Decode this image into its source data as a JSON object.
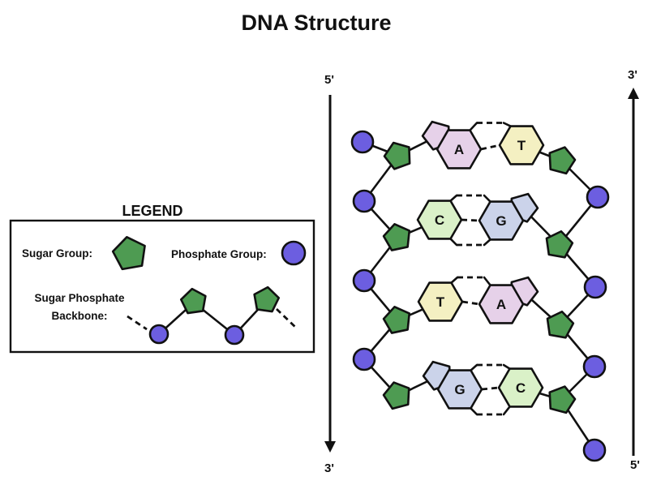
{
  "title": "DNA Structure",
  "legend": {
    "heading": "LEGEND",
    "sugar_label": "Sugar Group:",
    "phosphate_label": "Phosphate Group:",
    "backbone_label_line1": "Sugar Phosphate",
    "backbone_label_line2": "Backbone:"
  },
  "diagram": {
    "left_strand": {
      "top_label": "5'",
      "bottom_label": "3'"
    },
    "right_strand": {
      "top_label": "3'",
      "bottom_label": "5'"
    },
    "base_pairs": [
      {
        "left_base": "A",
        "right_base": "T",
        "hydrogen_bonds": 2
      },
      {
        "left_base": "C",
        "right_base": "G",
        "hydrogen_bonds": 3
      },
      {
        "left_base": "T",
        "right_base": "A",
        "hydrogen_bonds": 2
      },
      {
        "left_base": "G",
        "right_base": "C",
        "hydrogen_bonds": 3
      }
    ]
  },
  "colors": {
    "sugar": "#4e9b52",
    "phosphate": "#6c5ee0",
    "adenine": "#e6d1e9",
    "thymine": "#f4f0c2",
    "cytosine": "#daf1c8",
    "guanine": "#cbd3ea",
    "legend_heading": "#f03325"
  }
}
